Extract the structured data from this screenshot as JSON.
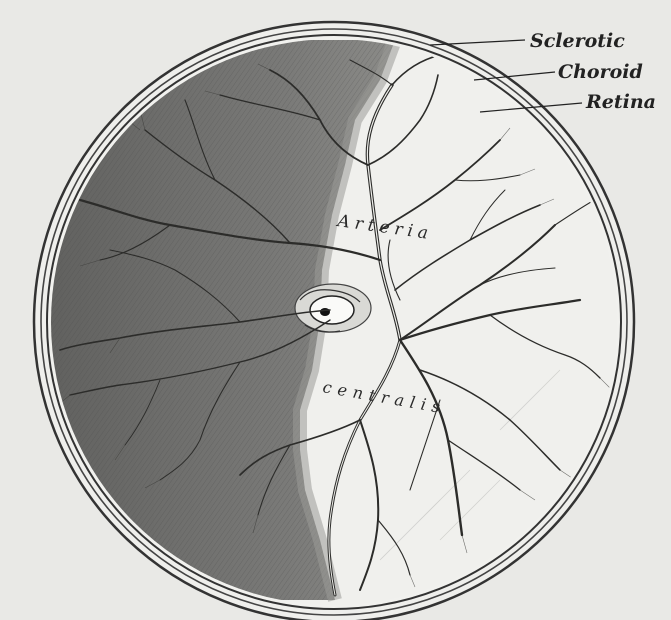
{
  "figure": {
    "labels": {
      "sclerotic": "Sclerotic",
      "choroid": "Choroid",
      "retina": "Retina"
    },
    "vessel_labels": {
      "arteria": "Arteria",
      "centralis": "centralis"
    }
  }
}
